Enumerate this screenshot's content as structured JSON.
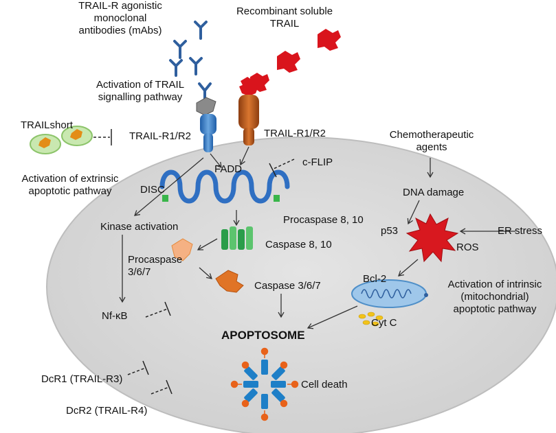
{
  "labels": {
    "mabs": "TRAIL-R agonistic\nmonoclonal\nantibodies (mAbs)",
    "recombinant": "Recombinant soluble\nTRAIL",
    "activation_signalling": "Activation of TRAIL\nsignalling pathway",
    "trail_short": "TRAILshort",
    "trail_r_left": "TRAIL-R1/R2",
    "trail_r_right": "TRAIL-R1/R2",
    "chemo": "Chemotherapeutic\nagents",
    "fadd": "FADD",
    "cflip": "c-FLIP",
    "extrinsic": "Activation of extrinsic\napoptotic pathway",
    "disc": "DISC",
    "dna_damage": "DNA damage",
    "kinase": "Kinase activation",
    "procaspase_8_10": "Procaspase 8, 10",
    "p53": "p53",
    "er_stress": "ER stress",
    "caspase_8_10": "Caspase 8, 10",
    "ros": "ROS",
    "procaspase_367": "Procaspase\n3/6/7",
    "bcl2": "Bcl-2",
    "caspase_367": "Caspase 3/6/7",
    "intrinsic": "Activation of intrinsic\n(mitochondrial)\napoptotic pathway",
    "nfkb": "Nf-κB",
    "cytc": "Cyt C",
    "apoptosome": "APOPTOSOME",
    "dcr1": "DcR1 (TRAIL-R3)",
    "cell_death": "Cell death",
    "dcr2": "DcR2 (TRAIL-R4)"
  },
  "colors": {
    "cell_fill": "#d9d9d9",
    "receptor_blue": "#3a7cc6",
    "receptor_brown": "#b5561d",
    "trail_red": "#d9141c",
    "antibody_blue": "#2f5f9e",
    "caspase_green": "#2a9d4a",
    "caspase_orange": "#e07426",
    "ros_red": "#d8181f",
    "mito_blue": "#7fb3e0",
    "cytc_yellow": "#f2c31b",
    "apoptosome_blue": "#1e7fc7",
    "apoptosome_orange": "#e8621a",
    "trailshort_green": "#9cd27a"
  }
}
